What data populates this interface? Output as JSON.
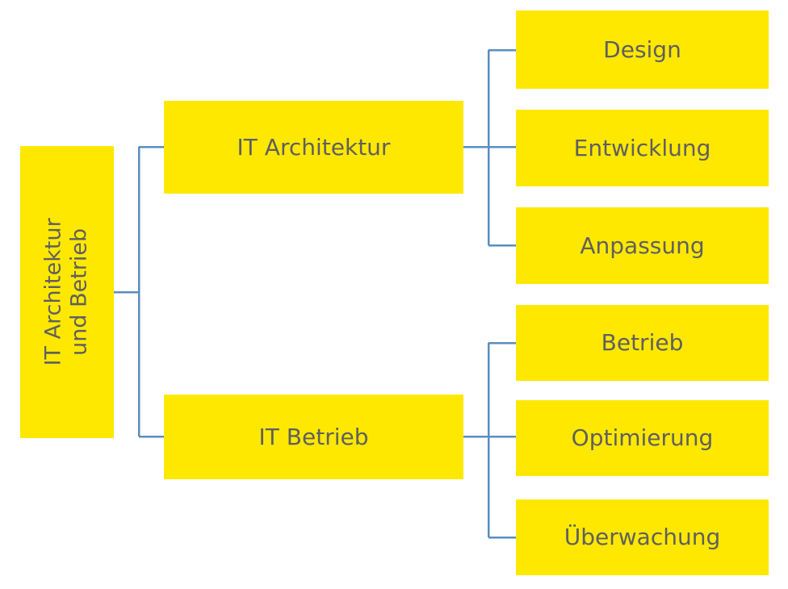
{
  "diagram": {
    "type": "org-tree",
    "orientation": "left-to-right",
    "title": "IT Architektur und Betrieb",
    "colors": {
      "node_fill": "#ffe800",
      "node_text": "#5f5f5f",
      "connector": "#5b8dc0",
      "background": "#ffffff"
    },
    "root": {
      "label_line1": "IT Architektur",
      "label_line2": "und Betrieb",
      "text_orientation": "rotated-90-ccw"
    },
    "branches": [
      {
        "label": "IT Architektur",
        "children": [
          {
            "label": "Design"
          },
          {
            "label": "Entwicklung"
          },
          {
            "label": "Anpassung"
          }
        ]
      },
      {
        "label": "IT Betrieb",
        "children": [
          {
            "label": "Betrieb"
          },
          {
            "label": "Optimierung"
          },
          {
            "label": "Überwachung"
          }
        ]
      }
    ]
  }
}
